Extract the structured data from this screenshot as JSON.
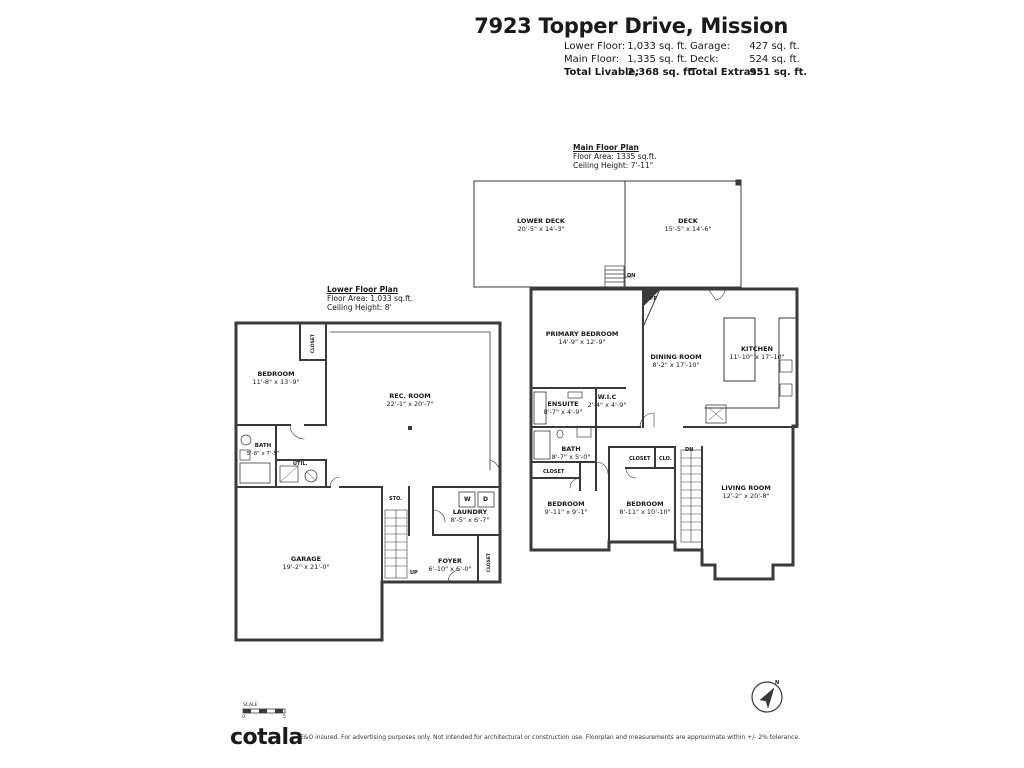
{
  "header": {
    "address": "7923 Topper Drive, Mission",
    "areas": {
      "lower_floor_label": "Lower Floor:",
      "lower_floor_value": "1,033 sq. ft.",
      "main_floor_label": "Main Floor:",
      "main_floor_value": "1,335 sq. ft.",
      "total_livable_label": "Total Livable:",
      "total_livable_value": "2,368 sq. ft.",
      "garage_label": "Garage:",
      "garage_value": "427 sq. ft.",
      "deck_label": "Deck:",
      "deck_value": "524 sq. ft.",
      "total_extras_label": "Total Extras:",
      "total_extras_value": "951 sq. ft."
    }
  },
  "main_floor": {
    "title": "Main Floor Plan",
    "area": "Floor Area: 1335 sq.ft.",
    "ceiling": "Ceiling Height: 7'-11\"",
    "rooms": {
      "lower_deck": {
        "name": "LOWER DECK",
        "dims": "20'-5\" x 14'-3\""
      },
      "deck": {
        "name": "DECK",
        "dims": "15'-5\" x 14'-6\""
      },
      "primary_bedroom": {
        "name": "PRIMARY BEDROOM",
        "dims": "14'-9\" x 12'-9\""
      },
      "dining_room": {
        "name": "DINING ROOM",
        "dims": "8'-2\" x 17'-10\""
      },
      "kitchen": {
        "name": "KITCHEN",
        "dims": "11'-10\" x 17'-10\""
      },
      "ensuite": {
        "name": "ENSUITE",
        "dims": "8'-7\" x 4'-9\""
      },
      "wic": {
        "name": "W.I.C",
        "dims": "2'-4\" x 4'-9\""
      },
      "bath": {
        "name": "BATH",
        "dims": "8'-7\" x 5'-0\""
      },
      "bedroom2": {
        "name": "BEDROOM",
        "dims": "9'-11\" x 9'-1\""
      },
      "bedroom3": {
        "name": "BEDROOM",
        "dims": "8'-11\" x 10'-10\""
      },
      "living_room": {
        "name": "LIVING ROOM",
        "dims": "12'-2\" x 20'-8\""
      }
    },
    "labels": {
      "fp": "FP",
      "closet1": "CLOSET",
      "closet2": "CLOSET",
      "clo": "CLO.",
      "dn1": "DN",
      "dn2": "DN"
    }
  },
  "lower_floor": {
    "title": "Lower Floor Plan",
    "area": "Floor Area: 1,033 sq.ft.",
    "ceiling": "Ceiling Height: 8'",
    "rooms": {
      "bedroom": {
        "name": "BEDROOM",
        "dims": "11'-8\" x 13'-9\""
      },
      "rec_room": {
        "name": "REC. ROOM",
        "dims": "22'-1\" x 20'-7\""
      },
      "bath": {
        "name": "BATH",
        "dims": "5'-8\" x 7'-5\""
      },
      "laundry": {
        "name": "LAUNDRY",
        "dims": "8'-5\" x 6'-7\""
      },
      "garage": {
        "name": "GARAGE",
        "dims": "19'-2\" x 21'-0\""
      },
      "foyer": {
        "name": "FOYER",
        "dims": "6'-10\" x 6'-0\""
      }
    },
    "labels": {
      "closet1": "CLOSET",
      "closet2": "CLOSET",
      "util": "UTIL.",
      "sto": "STO.",
      "up": "UP",
      "w": "W",
      "d": "D"
    }
  },
  "footer": {
    "brand": "cotala",
    "disclaimer": "E&O insured. For advertising purposes only. Not intended for architectural or construction use. Floorplan and measurements are approximate within +/- 2% tolerance.",
    "scale_label": "SCALE",
    "scale_start": "0",
    "scale_end": "5",
    "compass": "N"
  },
  "colors": {
    "wall": "#3a3a3a",
    "line": "#555555"
  }
}
